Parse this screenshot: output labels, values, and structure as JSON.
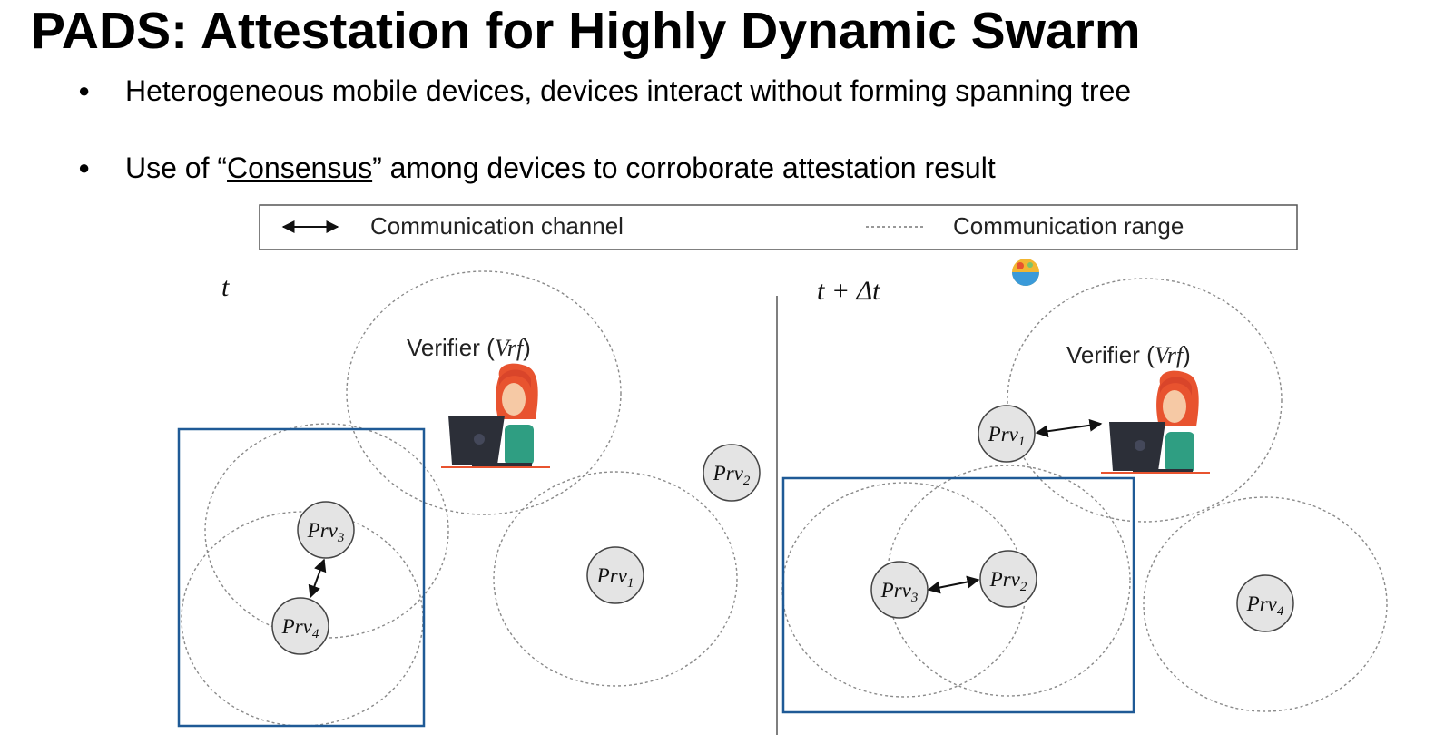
{
  "slide": {
    "title": "PADS: Attestation for Highly Dynamic Swarm",
    "bullets": [
      {
        "bullet": "●",
        "before": "Heterogeneous mobile devices, devices interact without forming spanning tree",
        "underlined": "",
        "after": ""
      },
      {
        "bullet": "●",
        "before": "Use of “",
        "underlined": "Consensus",
        "after": "” among devices to corroborate attestation result"
      }
    ]
  },
  "legend": {
    "channel_label": "Communication channel",
    "range_label": "Communication range"
  },
  "panels": {
    "left": {
      "time_label": "t",
      "verifier": {
        "label": "Verifier (",
        "name": "Vrf",
        "close": ")"
      },
      "provers": [
        {
          "id": "prv2",
          "base": "Prv",
          "sub": "2"
        },
        {
          "id": "prv3",
          "base": "Prv",
          "sub": "3"
        },
        {
          "id": "prv4",
          "base": "Prv",
          "sub": "4"
        },
        {
          "id": "prv1",
          "base": "Prv",
          "sub": "1"
        }
      ]
    },
    "right": {
      "time_label": "t + Δt",
      "verifier": {
        "label": "Verifier (",
        "name": "Vrf",
        "close": ")"
      },
      "provers": [
        {
          "id": "prv1",
          "base": "Prv",
          "sub": "1"
        },
        {
          "id": "prv3",
          "base": "Prv",
          "sub": "3"
        },
        {
          "id": "prv2",
          "base": "Prv",
          "sub": "2"
        },
        {
          "id": "prv4",
          "base": "Prv",
          "sub": "4"
        }
      ]
    }
  },
  "colors": {
    "highlight_box": "#1f5a96",
    "node_fill": "#e4e4e4",
    "hair": "#e8532f",
    "laptop": "#2c2f38"
  }
}
